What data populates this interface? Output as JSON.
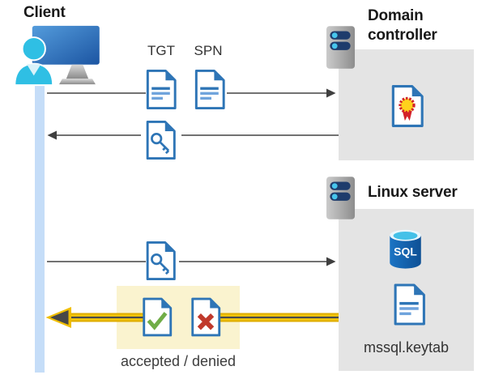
{
  "client": {
    "title": "Client"
  },
  "domain_controller": {
    "title": "Domain controller"
  },
  "linux_server": {
    "title": "Linux server",
    "sql_badge": "SQL",
    "keytab_filename": "mssql.keytab"
  },
  "tickets": {
    "tgt_label": "TGT",
    "spn_label": "SPN"
  },
  "result": {
    "label": "accepted / denied"
  },
  "colors": {
    "document_blue": "#2E75B6",
    "panel_gray": "#E4E4E4",
    "highlight_yellow_bg": "#FAF3CF",
    "arrow_gray": "#5E5E5E",
    "arrow_yellow": "#F2C100",
    "accept_green": "#70AD47",
    "deny_red": "#C0392B",
    "timeline_blue": "#C5DDF8",
    "sql_db_blue": "#1263B2",
    "sql_db_cyan": "#44C1E8",
    "person_cyan": "#2FBFE4"
  },
  "icons": [
    "client-workstation-icon",
    "server-icon",
    "ticket-document-icon",
    "key-document-icon",
    "certificate-document-icon",
    "sql-database-icon",
    "accepted-document-icon",
    "denied-document-icon",
    "keytab-document-icon"
  ]
}
